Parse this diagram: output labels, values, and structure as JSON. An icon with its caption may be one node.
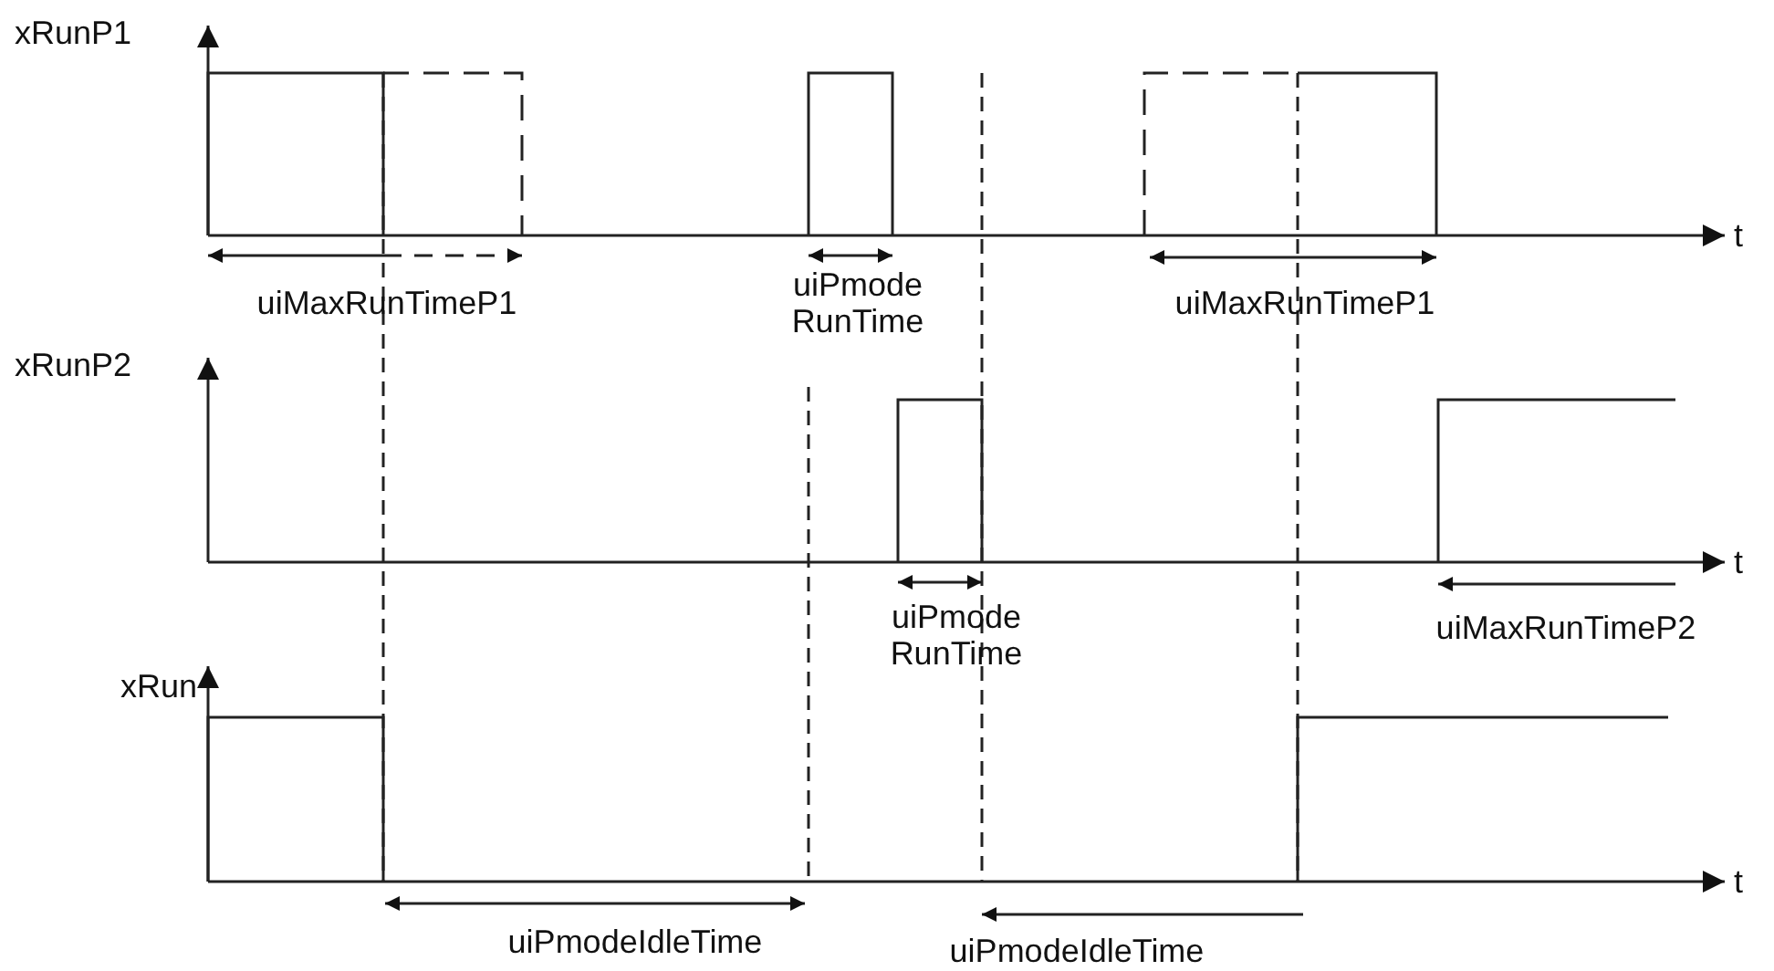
{
  "diagram": {
    "labels": [
      "xRunP1",
      "t",
      "uiMaxRunTimeP1",
      "uiPmode RunTime",
      "uiMaxRunTimeP1",
      "xRunP2",
      "t",
      "uiPmode RunTime",
      "uiMaxRunTimeP2",
      "xRun",
      "t",
      "uiPmodeIdleTime",
      "uiPmodeIdleTime"
    ]
  }
}
